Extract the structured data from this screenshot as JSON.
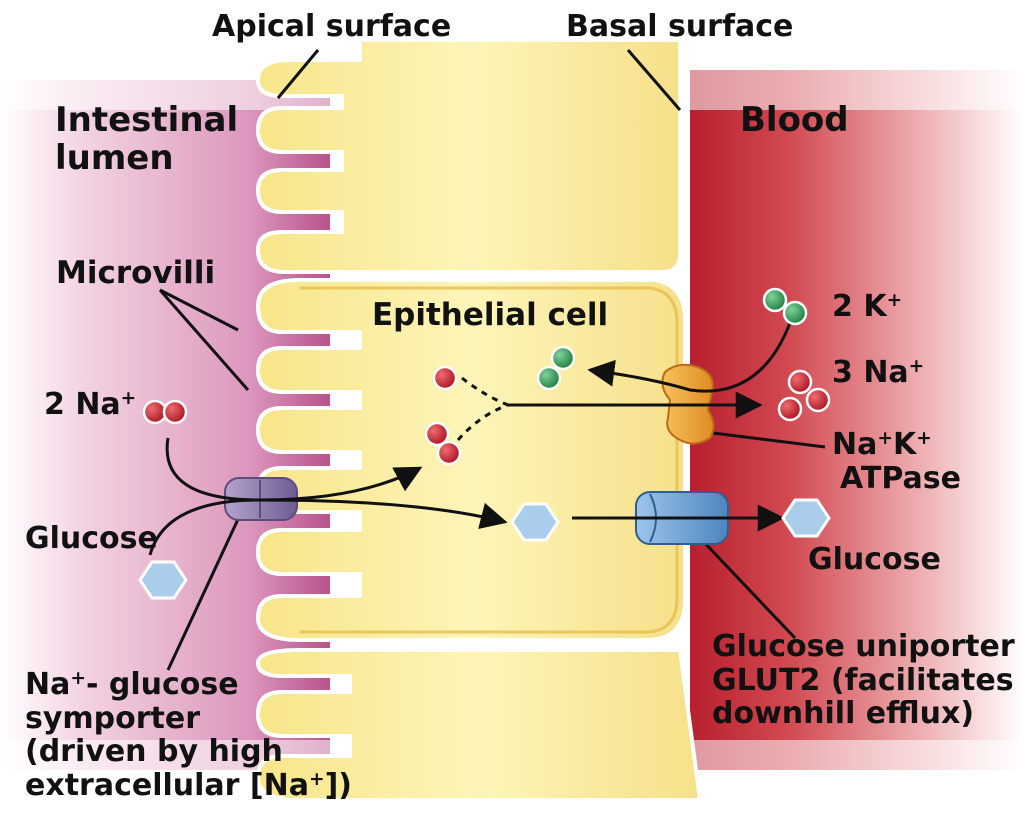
{
  "labels": {
    "apical_surface": "Apical surface",
    "basal_surface": "Basal surface",
    "lumen_line1": "Intestinal",
    "lumen_line2": "lumen",
    "blood": "Blood",
    "microvilli": "Microvilli",
    "epithelial_cell": "Epithelial cell",
    "na_in_count": "2 Na",
    "k_count": "2 K",
    "na_out_count": "3 Na",
    "charge_plus": "+",
    "pump_na": "Na",
    "pump_k": "K",
    "pump_atpase": "ATPase",
    "glucose_left": "Glucose",
    "glucose_right": "Glucose",
    "symporter_line1_prefix": "Na",
    "symporter_line1_suffix": "- glucose",
    "symporter_line2": "symporter",
    "symporter_line3": "(driven by high",
    "symporter_line4_prefix": "extracellular [Na",
    "symporter_line4_suffix": "])",
    "uniporter_line1": "Glucose uniporter",
    "uniporter_line2": "GLUT2 (facilitates",
    "uniporter_line3": "downhill efflux)"
  },
  "colors": {
    "lumen": "#e9b7cf",
    "lumen_dark": "#b34c86",
    "blood": "#c8323c",
    "cell_fill": "#fbf0a8",
    "cell_edge": "#e0b94a",
    "sodium": "#c8202c",
    "potassium": "#2f9a52",
    "glucose": "#a9cdea",
    "symporter": "#9a88b6",
    "pump": "#f2b04a",
    "glut2": "#6fa6d6"
  }
}
